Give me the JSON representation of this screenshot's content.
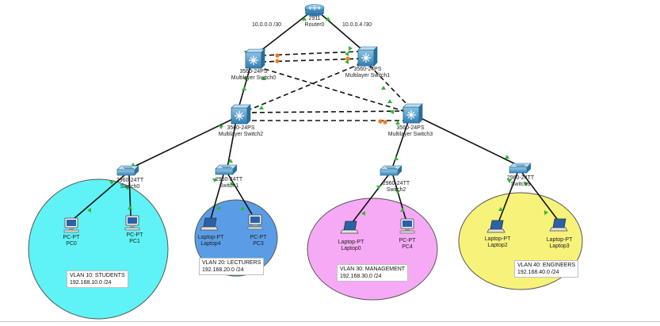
{
  "links": {
    "router_left": "10.0.0.0 /30",
    "router_right": "10.0.0.4 /30"
  },
  "devices": {
    "router0": {
      "model": "2911",
      "name": "Router0"
    },
    "mls0": {
      "model": "3560-24PS",
      "name": "Multilayer Switch0"
    },
    "mls1": {
      "model": "3560-24PS",
      "name": "Multilayer Switch1"
    },
    "mls2": {
      "model": "3560-24PS",
      "name": "Multilayer Switch2"
    },
    "mls3": {
      "model": "3560-24PS",
      "name": "Multilayer Switch3"
    },
    "sw0": {
      "model": "2960-24TT",
      "name": "Switch0"
    },
    "sw1": {
      "model": "2960-24TT",
      "name": "Switch1"
    },
    "sw2": {
      "model": "2960-24TT",
      "name": "Switch2"
    },
    "sw3": {
      "model": "2960-24TT",
      "name": "Switch3"
    },
    "pc0": {
      "model": "PC-PT",
      "name": "PC0"
    },
    "pc1": {
      "model": "PC-PT",
      "name": "PC1"
    },
    "laptop4": {
      "model": "Laptop-PT",
      "name": "Laptop4"
    },
    "pc3": {
      "model": "PC-PT",
      "name": "PC3"
    },
    "laptop0": {
      "model": "Laptop-PT",
      "name": "Laptop0"
    },
    "pc4": {
      "model": "PC-PT",
      "name": "PC4"
    },
    "laptop2": {
      "model": "Laptop-PT",
      "name": "Laptop2"
    },
    "laptop3": {
      "model": "Laptop-PT",
      "name": "Laptop3"
    }
  },
  "vlans": {
    "students": {
      "name": "VLAN 10: STUDENTS",
      "subnet": "192.168.10.0 /24",
      "color": "#5ff2f6"
    },
    "lecturers": {
      "name": "VLAN 20: LECTURERS",
      "subnet": "192.168.20.0 /24",
      "color": "#5a9de6"
    },
    "management": {
      "name": "VLAN 30: MANAGEMENT",
      "subnet": "192.168.30.0 /24",
      "color": "#f6aaf6"
    },
    "engineers": {
      "name": "VLAN 40: ENGINEERS",
      "subnet": "192.168.40.0 /24",
      "color": "#f6f27a"
    }
  },
  "colors": {
    "link_up": "#2fb82f",
    "link_blocked": "#f07a1e",
    "device_blue": "#3d86b5"
  }
}
